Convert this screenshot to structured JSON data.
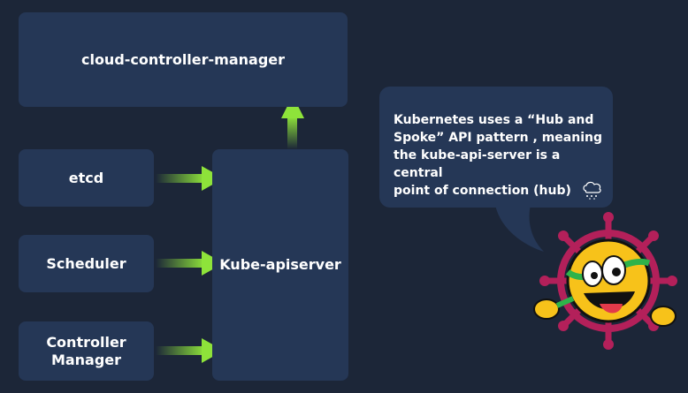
{
  "boxes": {
    "cloud_controller_manager": "cloud-controller-manager",
    "etcd": "etcd",
    "scheduler": "Scheduler",
    "controller_manager_line1": "Controller",
    "controller_manager_line2": "Manager",
    "kube_apiserver": "Kube-apiserver"
  },
  "callout": {
    "text": "Kubernetes uses a “Hub and\nSpoke” API pattern , meaning\nthe kube-api-server is a central\npoint of connection (hub)"
  },
  "colors": {
    "background": "#1c2638",
    "box": "#253756",
    "arrow": "#8ee33a"
  },
  "icons": [
    "cloud-icon",
    "mascot-icon"
  ]
}
